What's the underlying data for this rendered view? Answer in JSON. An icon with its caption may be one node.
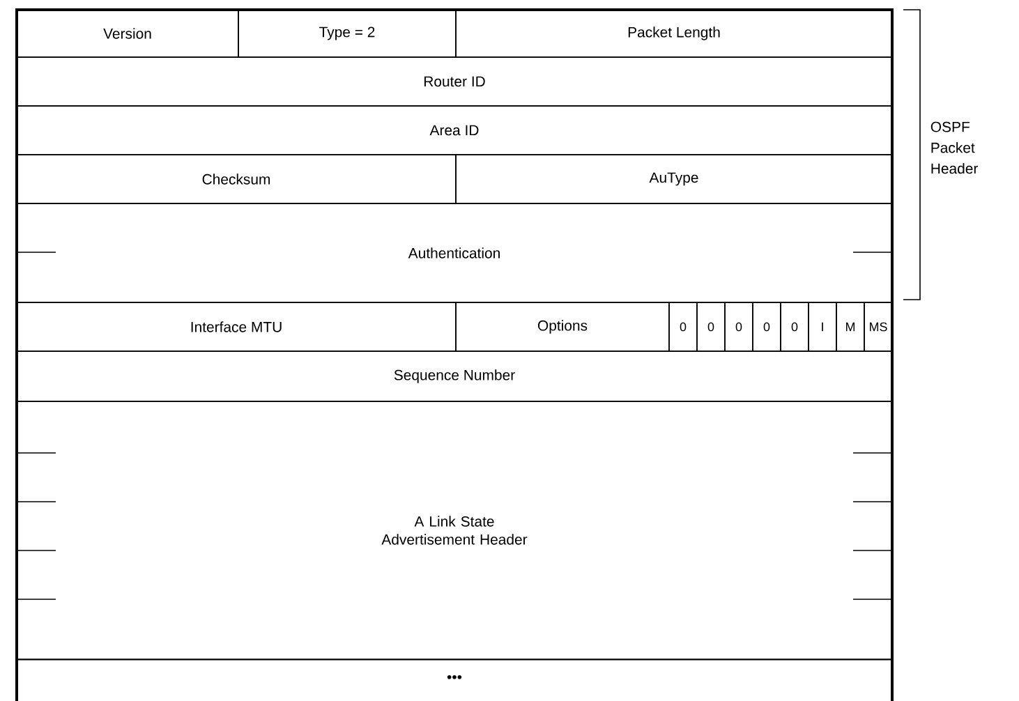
{
  "diagram": {
    "nodes": [
      {
        "text": [
          "Version"
        ]
      },
      {
        "text": [
          "Type = 2"
        ]
      },
      {
        "text": [
          "Packet Length"
        ]
      },
      {
        "text": [
          "Router ID"
        ]
      },
      {
        "text": [
          "Area ID"
        ]
      },
      {
        "text": [
          "Checksum"
        ]
      },
      {
        "text": [
          "AuType"
        ]
      },
      {
        "text": [
          "Authentication"
        ]
      },
      {
        "text": [
          "Interface MTU"
        ]
      },
      {
        "text": [
          "Options"
        ]
      },
      {
        "text": [
          "0"
        ]
      },
      {
        "text": [
          "0"
        ]
      },
      {
        "text": [
          "0"
        ]
      },
      {
        "text": [
          "0"
        ]
      },
      {
        "text": [
          "0"
        ]
      },
      {
        "text": [
          "I"
        ]
      },
      {
        "text": [
          "M"
        ]
      },
      {
        "text": [
          "MS"
        ]
      },
      {
        "text": [
          "Sequence Number"
        ]
      },
      {
        "text": [
          "A Link State Advertisement Header"
        ]
      },
      {
        "text": [
          "•••"
        ]
      }
    ],
    "labels": [
      "OSPF Packet Header"
    ]
  }
}
